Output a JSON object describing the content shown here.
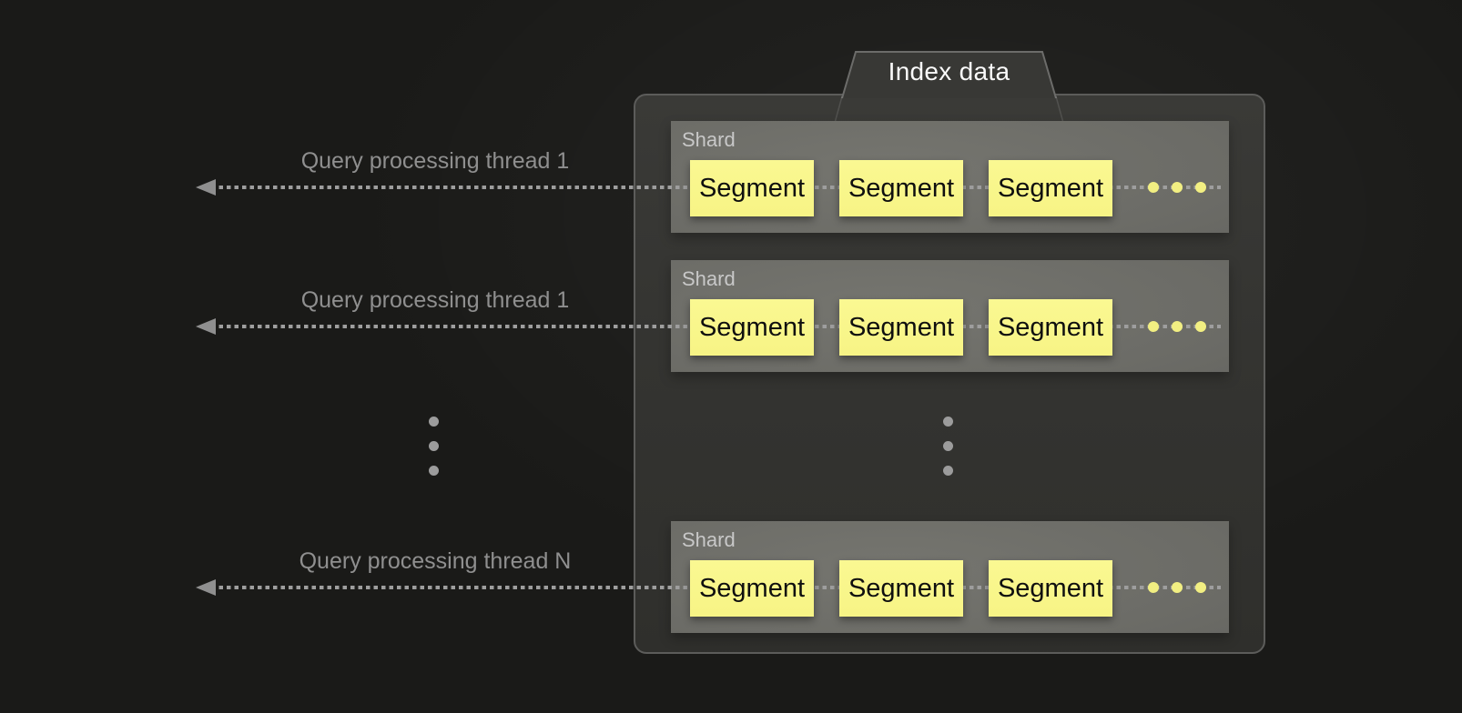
{
  "index_box": {
    "tab_label": "Index data",
    "shards": [
      {
        "label": "Shard",
        "segments": [
          "Segment",
          "Segment",
          "Segment"
        ],
        "trailing_ellipsis_dots": 3
      },
      {
        "label": "Shard",
        "segments": [
          "Segment",
          "Segment",
          "Segment"
        ],
        "trailing_ellipsis_dots": 3
      },
      {
        "label": "Shard",
        "segments": [
          "Segment",
          "Segment",
          "Segment"
        ],
        "trailing_ellipsis_dots": 3
      }
    ],
    "vertical_ellipsis_dots": 3
  },
  "threads": [
    {
      "label": "Query processing thread 1"
    },
    {
      "label": "Query processing thread 1"
    },
    {
      "label": "Query processing thread N"
    }
  ],
  "left_vertical_ellipsis_dots": 3,
  "colors": {
    "canvas_bg": "#1a1a18",
    "container_fill": "#343431",
    "container_border": "#5c5c5a",
    "shard_fill": "#6b6b66",
    "shard_label_text": "#c8c8c8",
    "segment_fill": "#f9f68b",
    "segment_text": "#0f0f0f",
    "tab_text": "#fafafa",
    "thread_text": "#8f8f8f",
    "dotted_line": "#9e9e9e",
    "arrowhead": "#8f8f8f",
    "yellow_ellipsis_dot": "#f2ef82",
    "gray_ellipsis_dot": "#9c9c9c"
  }
}
